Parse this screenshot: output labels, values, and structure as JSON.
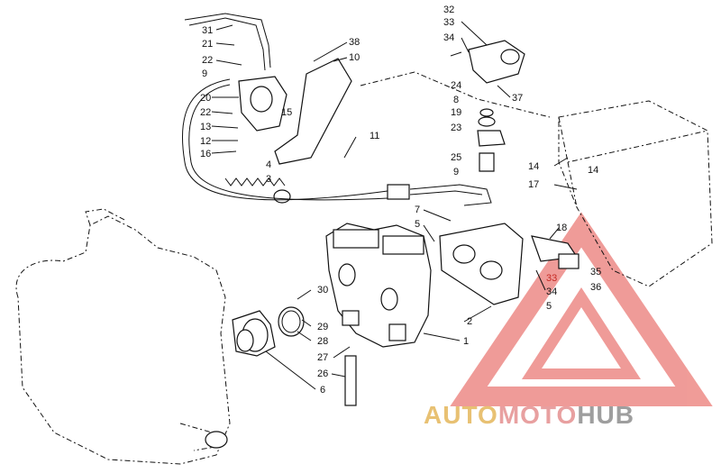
{
  "diagram": {
    "callouts": [
      {
        "id": "31",
        "text": "31"
      },
      {
        "id": "21",
        "text": "21"
      },
      {
        "id": "22a",
        "text": "22"
      },
      {
        "id": "9a",
        "text": "9"
      },
      {
        "id": "20",
        "text": "20"
      },
      {
        "id": "22b",
        "text": "22"
      },
      {
        "id": "13",
        "text": "13"
      },
      {
        "id": "12",
        "text": "12"
      },
      {
        "id": "16",
        "text": "16"
      },
      {
        "id": "15",
        "text": "15"
      },
      {
        "id": "38",
        "text": "38"
      },
      {
        "id": "10",
        "text": "10"
      },
      {
        "id": "11",
        "text": "11"
      },
      {
        "id": "4",
        "text": "4"
      },
      {
        "id": "3",
        "text": "3"
      },
      {
        "id": "32",
        "text": "32"
      },
      {
        "id": "33a",
        "text": "33"
      },
      {
        "id": "34a",
        "text": "34"
      },
      {
        "id": "24",
        "text": "24"
      },
      {
        "id": "8",
        "text": "8"
      },
      {
        "id": "19",
        "text": "19"
      },
      {
        "id": "23",
        "text": "23"
      },
      {
        "id": "37",
        "text": "37"
      },
      {
        "id": "25",
        "text": "25"
      },
      {
        "id": "9b",
        "text": "9"
      },
      {
        "id": "14a",
        "text": "14"
      },
      {
        "id": "14b",
        "text": "14"
      },
      {
        "id": "17",
        "text": "17"
      },
      {
        "id": "7",
        "text": "7"
      },
      {
        "id": "5a",
        "text": "5"
      },
      {
        "id": "18",
        "text": "18"
      },
      {
        "id": "33b",
        "text": "33"
      },
      {
        "id": "35",
        "text": "35"
      },
      {
        "id": "34b",
        "text": "34"
      },
      {
        "id": "36",
        "text": "36"
      },
      {
        "id": "5b",
        "text": "5"
      },
      {
        "id": "30",
        "text": "30"
      },
      {
        "id": "29",
        "text": "29"
      },
      {
        "id": "28",
        "text": "28"
      },
      {
        "id": "27",
        "text": "27"
      },
      {
        "id": "26",
        "text": "26"
      },
      {
        "id": "6",
        "text": "6"
      },
      {
        "id": "2",
        "text": "2"
      },
      {
        "id": "1",
        "text": "1"
      }
    ]
  },
  "watermark": {
    "part1": "AUTO",
    "part2": "MOTO",
    "part3": "HUB"
  },
  "colors": {
    "line": "#111111",
    "watermark_red": "#e34a44",
    "watermark_gold": "#e8c173",
    "watermark_gray": "#9e9e9e"
  }
}
